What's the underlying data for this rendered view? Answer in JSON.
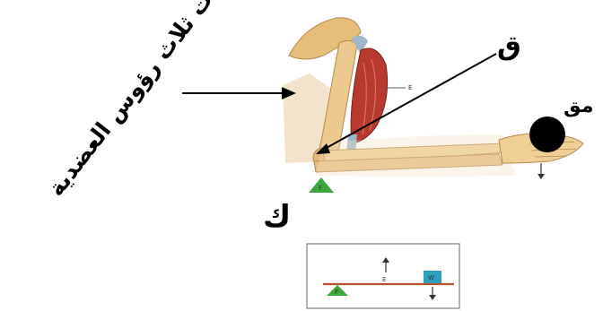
{
  "labels": {
    "triceps": "ذات ثلاث رؤوس العضدية",
    "force": "ق",
    "resistance": "مق",
    "fulcrum": "ك"
  },
  "inset": {
    "effort_mark": "E",
    "weight_mark": "W",
    "fulcrum_mark": "F"
  },
  "muscle_mark": "E",
  "fulcrum_mark": "F",
  "colors": {
    "bone": "#e8c58a",
    "muscle": "#b5332a",
    "triangle": "#3aa83a",
    "beam": "#b8502e",
    "weight": "#2f9fbf",
    "skin": "#f0d9b5"
  }
}
